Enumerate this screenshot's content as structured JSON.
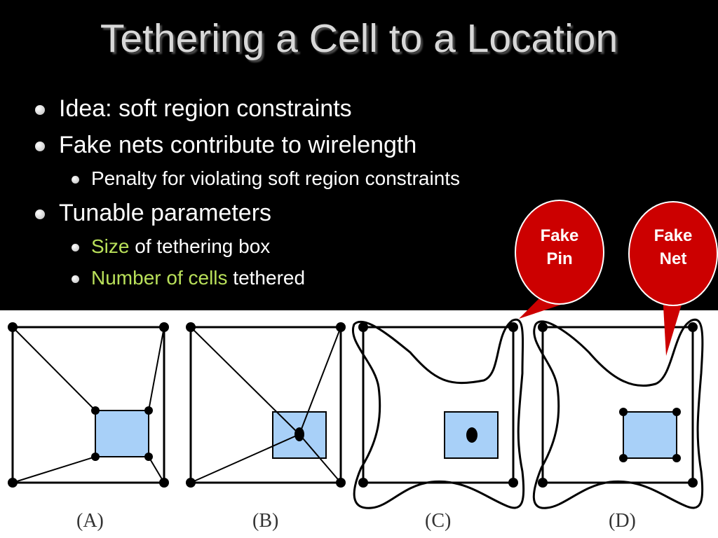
{
  "slide": {
    "title": "Tethering a Cell to a Location",
    "bullets": {
      "b1": "Idea: soft region constraints",
      "b2": "Fake nets contribute to wirelength",
      "b2_sub1": "Penalty for violating soft region constraints",
      "b3": "Tunable parameters",
      "b3_sub1_highlight": "Size",
      "b3_sub1_rest": " of tethering box",
      "b3_sub2_highlight": "Number of cells",
      "b3_sub2_rest": " tethered"
    },
    "callouts": {
      "fake_pin_line1": "Fake",
      "fake_pin_line2": "Pin",
      "fake_net_line1": "Fake",
      "fake_net_line2": "Net"
    },
    "figure_labels": {
      "a": "(A)",
      "b": "(B)",
      "c": "(C)",
      "d": "(D)"
    },
    "colors": {
      "title": "#d8d8d8",
      "highlight": "#b9e05a",
      "callout": "#cc0000",
      "cell_fill": "#a8d0f8"
    }
  }
}
